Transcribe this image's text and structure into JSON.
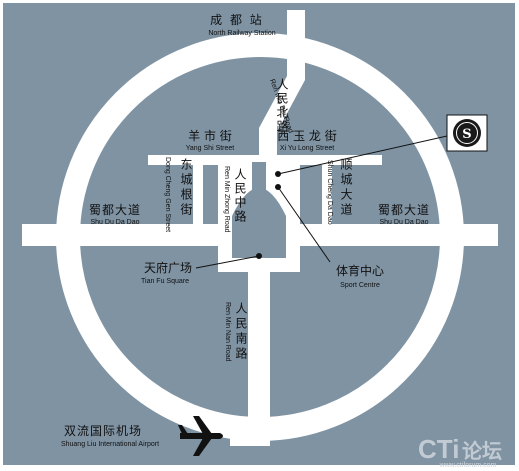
{
  "colors": {
    "background": "#7f93a3",
    "road": "#ffffff",
    "text": "#111111",
    "logo": "#1a1a1a"
  },
  "places": {
    "north_station": {
      "zh": "成 都 站",
      "en": "North Railway Station"
    },
    "renmin_bei": {
      "zh": "人民北路",
      "en": "Ren Min Bei Road"
    },
    "yangshi": {
      "zh": "羊 市 街",
      "en": "Yang Shi Street"
    },
    "xiyulong": {
      "zh": "西 玉 龙 街",
      "en": "Xi Yu Long Street"
    },
    "dongchenggen": {
      "zh": "东城根街",
      "en": "Dong Cheng Gen Street"
    },
    "renmin_zhong": {
      "zh": "人民中路",
      "en": "Ren Min Zhong Road"
    },
    "shuncheng": {
      "zh": "顺城大道",
      "en": "Shun Cheng Da Dao"
    },
    "shudu_west": {
      "zh": "蜀都大道",
      "en": "Shu Du Da Dao"
    },
    "shudu_east": {
      "zh": "蜀都大道",
      "en": "Shu Du Da Dao"
    },
    "tianfu": {
      "zh": "天府广场",
      "en": "Tian Fu Square"
    },
    "sport": {
      "zh": "体育中心",
      "en": "Sport Centre"
    },
    "renmin_nan": {
      "zh": "人民南路",
      "en": "Ren Min Nan Road"
    },
    "airport": {
      "zh": "双流国际机场",
      "en": "Shuang Liu International Airport"
    }
  },
  "icons": {
    "hotel": "sheraton-logo-icon",
    "airport": "airplane-icon"
  },
  "logo_text": "S",
  "watermark": {
    "brand": "CTi",
    "zh": "论坛",
    "url": "www.ctiforum.com"
  }
}
